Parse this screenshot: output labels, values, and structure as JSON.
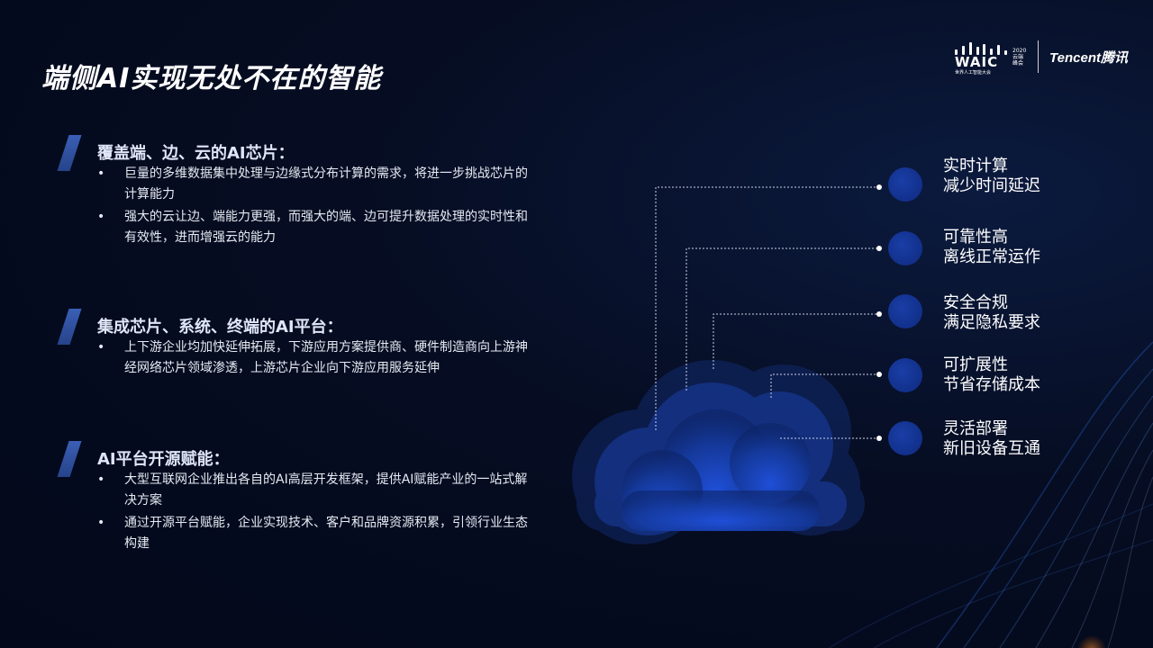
{
  "title": "端侧AI实现无处不在的智能",
  "logos": {
    "waic": "WAIC",
    "waic_subtitle": "世界人工智能大会",
    "waic_side": "云端峰会",
    "waic_year": "2020",
    "tencent": "Tencent腾讯"
  },
  "sections": [
    {
      "heading": "覆盖端、边、云的AI芯片：",
      "bullets": [
        "巨量的多维数据集中处理与边缘式分布计算的需求，将进一步挑战芯片的计算能力",
        "强大的云让边、端能力更强，而强大的端、边可提升数据处理的实时性和有效性，进而增强云的能力"
      ]
    },
    {
      "heading": "集成芯片、系统、终端的AI平台：",
      "bullets": [
        "上下游企业均加快延伸拓展，下游应用方案提供商、硬件制造商向上游神经网络芯片领域渗透，上游芯片企业向下游应用服务延伸"
      ]
    },
    {
      "heading": "AI平台开源赋能：",
      "bullets": [
        "大型互联网企业推出各自的AI高层开发框架，提供AI赋能产业的一站式解决方案",
        "通过开源平台赋能，企业实现技术、客户和品牌资源积累，引领行业生态构建"
      ]
    }
  ],
  "bullet_char": "•",
  "features": [
    {
      "line1": "实时计算",
      "line2": "减少时间延迟"
    },
    {
      "line1": "可靠性高",
      "line2": "离线正常运作"
    },
    {
      "line1": "安全合规",
      "line2": "满足隐私要求"
    },
    {
      "line1": "可扩展性",
      "line2": "节省存储成本"
    },
    {
      "line1": "灵活部署",
      "line2": "新旧设备互通"
    }
  ],
  "colors": {
    "background": "#060d22",
    "accent_blue": "#1a3ea6",
    "cloud_blue": "#1f4fd8",
    "heading_slash": "#3a5fb5"
  }
}
